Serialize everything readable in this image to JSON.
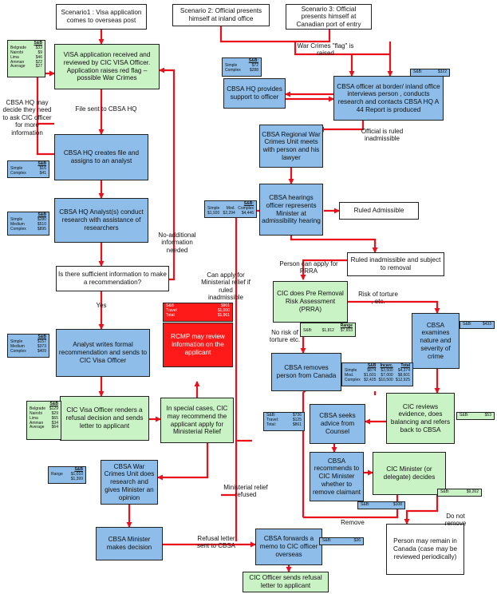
{
  "boxes": {
    "s1": "Scenario1 : Visa application comes to overseas post",
    "s2": "Scenario 2: Official presents himself at inland office",
    "s3": "Scenario 3: Official presents himself at Canadian port of entry",
    "visa_app": "VISA application received and reviewed by CIC VISA Officer. Application raises red flag – possible War Crimes",
    "hq_support": "CBSA HQ provides support to officer",
    "border_officer": "CBSA officer at border/ inland office interviews person , conducts research and contacts CBSA HQ A 44 Report is produced",
    "hq_file": "CBSA HQ creates file and assigns to an analyst",
    "regional_unit": "CBSA Regional War Crimes Unit meets with person and his lawyer",
    "analysts": "CBSA HQ Analyst(s) conduct research with assistance of researchers",
    "hearings": "CBSA hearings officer represents Minister at admissibility hearing",
    "ruled_admissible": "Ruled Admissible",
    "sufficient": "Is there sufficient information to make a recommendation?",
    "ruled_inadmissible": "Ruled inadmissible and subject to removal",
    "pre_removal": "CIC does Pre Removal Risk Assessment (PRRA)",
    "analyst_writes": "Analyst writes formal recommendation and sends to CIC Visa Officer",
    "rcmp": "RCMP may review information on the applicant",
    "examines": "CBSA examines nature and severity of crime",
    "removes": "CBSA removes person from Canada",
    "visa_refusal": "CIC Visa Officer renders a refusal decision and sends letter to applicant",
    "special_cases": "In special cases, CIC may recommend the applicant apply for Ministerial Relief",
    "reviews_evidence": "CIC reviews evidence, does balancing and refers back to CBSA",
    "seeks_advice": "CBSA seeks advice from Counsel",
    "wcu_research": "CBSA War Crimes Unit does research and gives Minister an opinion",
    "recommends": "CBSA recommends to CIC Minister whether to remove claimant",
    "cic_minister": "CIC Minister (or delegate) decides",
    "cbsa_minister": "CBSA Minister makes decision",
    "forwards_memo": "CBSA forwards a memo to CIC officer overseas",
    "may_remain": "Person may remain in Canada (case may be reviewed periodically)",
    "refusal_letter": "CIC Officer sends refusal letter to applicant"
  },
  "labels": {
    "war_crimes_flag": "War Crimes \"flag\" is raised",
    "may_ask": "CBSA HQ may decide they need to ask CIC officer for more information",
    "file_sent": "File sent to CBSA HQ",
    "ruled_inadmissible_off": "Official is ruled inadmissible",
    "no_additional": "No-additional information needed",
    "can_apply": "Can apply for Ministerial relief if ruled inadmissible",
    "apply_prra": "Person can apply for PRRA",
    "yes": "Yes",
    "risk_torture": "Risk of torture , etc.",
    "no_risk": "No risk of torture etc.",
    "ministerial_refused": "Ministerial relief refused",
    "refusal_sent": "Refusal letter sent to CBSA",
    "remove": "Remove",
    "do_not_remove": "Do not remove"
  },
  "costs": {
    "visa_sb": {
      "header": [
        "S&B"
      ],
      "rows": [
        [
          "Belgrade",
          "$33"
        ],
        [
          "Nairobi",
          "$9"
        ],
        [
          "Lima",
          "$46"
        ],
        [
          "Amman",
          "$22"
        ],
        [
          "Average",
          "$27"
        ]
      ]
    },
    "hq_support": {
      "header": [
        "S&B:"
      ],
      "rows": [
        [
          "Simple",
          "$72"
        ],
        [
          "Complex",
          "$288"
        ]
      ]
    },
    "border": {
      "header": [],
      "rows": [
        [
          "S&B:",
          "$322"
        ]
      ]
    },
    "hq_file": {
      "header": [
        "S&B"
      ],
      "rows": [
        [
          "Simple",
          "$16"
        ],
        [
          "Complex",
          "$41"
        ]
      ]
    },
    "hearings": {
      "header": [
        "S&B:"
      ],
      "rows": [
        [
          "Simple",
          "Mod.",
          "Complex"
        ],
        [
          "$1,920",
          "$2,294",
          "$4,446"
        ]
      ]
    },
    "analysts": {
      "header": [
        "S&B"
      ],
      "rows": [
        [
          "Simple",
          "$280"
        ],
        [
          "Medium",
          "$510"
        ],
        [
          "Complex",
          "$895"
        ]
      ]
    },
    "prra": {
      "header": [
        "Range"
      ],
      "rows": [
        [
          "S&B:",
          "$1,812",
          "$7,653"
        ]
      ]
    },
    "rcmp": {
      "header": [],
      "rows": [
        [
          "S&B",
          "$901"
        ],
        [
          "Travel",
          "$1,000"
        ],
        [
          "Total",
          "$1,961"
        ]
      ]
    },
    "examines": {
      "header": [],
      "rows": [
        [
          "S&B:",
          "$433"
        ]
      ]
    },
    "analyst_writes": {
      "header": [
        "S&B"
      ],
      "rows": [
        [
          "Simple",
          "$157"
        ],
        [
          "Medium",
          "$373"
        ],
        [
          "Complex",
          "$409"
        ]
      ]
    },
    "removes": {
      "header": [
        "S&B",
        "Incarc.",
        "Total"
      ],
      "rows": [
        [
          "Simple",
          "$874",
          "$3,500",
          "$4,374"
        ],
        [
          "Mod.",
          "$1,601",
          "$7,000",
          "$8,601"
        ],
        [
          "Complex",
          "$2,425",
          "$10,500",
          "$12,925"
        ]
      ]
    },
    "visa_refusal": {
      "header": [
        "S&B"
      ],
      "rows": [
        [
          "Belgrade",
          "$129"
        ],
        [
          "Nairobi",
          "$29"
        ],
        [
          "Lima",
          "$65"
        ],
        [
          "Amman",
          "$34"
        ],
        [
          "Average",
          "$64"
        ]
      ]
    },
    "seeks_advice": {
      "header": [],
      "rows": [
        [
          "S&B:",
          "$736"
        ],
        [
          "Travel:",
          "$125"
        ],
        [
          "Total:",
          "$861"
        ]
      ]
    },
    "reviews": {
      "header": [],
      "rows": [
        [
          "S&B:",
          "$53"
        ]
      ]
    },
    "wcu": {
      "header": [
        "S&B"
      ],
      "rows": [
        [
          "Range",
          "$1,010"
        ],
        [
          "",
          "$1,399"
        ]
      ]
    },
    "recommends": {
      "header": [],
      "rows": [
        [
          "S&B:",
          "$108"
        ]
      ]
    },
    "minister": {
      "header": [],
      "rows": [
        [
          "S&B:",
          "$9,262"
        ]
      ]
    },
    "memo": {
      "header": [],
      "rows": [
        [
          "S&B:",
          "$36"
        ]
      ]
    }
  }
}
